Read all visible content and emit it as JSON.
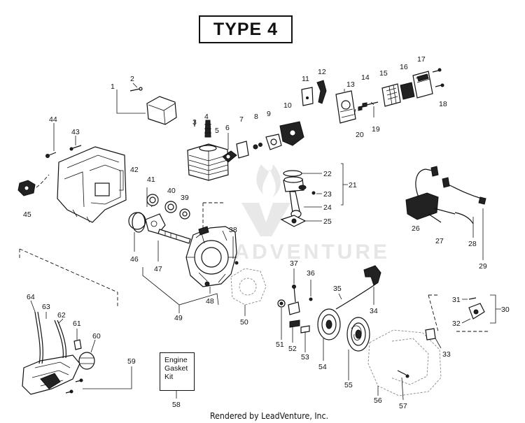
{
  "title": "TYPE 4",
  "kit_box": {
    "line1": "Engine",
    "line2": "Gasket",
    "line3": "Kit"
  },
  "footer": "Rendered by LeadVenture, Inc.",
  "watermark": "LEADVENTURE",
  "callouts": [
    "1",
    "2",
    "3",
    "4",
    "5",
    "6",
    "7",
    "8",
    "9",
    "10",
    "11",
    "12",
    "13",
    "14",
    "15",
    "16",
    "17",
    "18",
    "19",
    "20",
    "21",
    "22",
    "23",
    "24",
    "25",
    "26",
    "27",
    "28",
    "29",
    "30",
    "31",
    "32",
    "33",
    "34",
    "35",
    "36",
    "37",
    "38",
    "39",
    "40",
    "41",
    "42",
    "43",
    "44",
    "45",
    "46",
    "47",
    "48",
    "49",
    "50",
    "51",
    "52",
    "53",
    "54",
    "55",
    "56",
    "57",
    "58",
    "59",
    "60",
    "61",
    "62",
    "63",
    "64"
  ]
}
